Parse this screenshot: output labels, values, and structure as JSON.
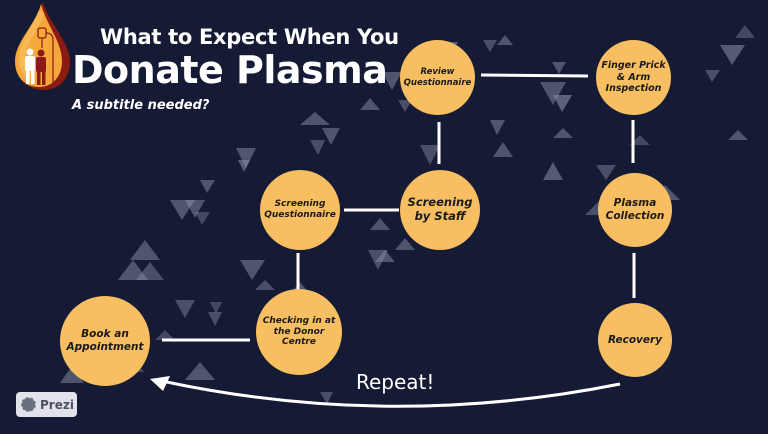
{
  "header": {
    "title_line1": "What to Expect When You",
    "title_line2": "Donate Plasma",
    "subtitle": "A subtitle needed?"
  },
  "colors": {
    "background": "#161b35",
    "node_fill": "#f7bf62",
    "node_text": "#1a1a1a",
    "connector": "#ffffff",
    "drop_outer": "#8b1a12",
    "drop_inner": "#f6a93b",
    "triangle": "#8a8fa6"
  },
  "nodes": [
    {
      "id": "book",
      "label": "Book an\nAppointment"
    },
    {
      "id": "checkin",
      "label": "Checking in at\nthe Donor\nCentre"
    },
    {
      "id": "screen_q",
      "label": "Screening\nQuestionnaire"
    },
    {
      "id": "screen_staff",
      "label": "Screening\nby Staff"
    },
    {
      "id": "review",
      "label": "Review\nQuestionnaire"
    },
    {
      "id": "finger",
      "label": "Finger Prick\n& Arm\nInspection"
    },
    {
      "id": "plasma",
      "label": "Plasma\nCollection"
    },
    {
      "id": "recovery",
      "label": "Recovery"
    }
  ],
  "repeat": {
    "label": "Repeat!"
  },
  "badge": {
    "label": "Prezi",
    "icon": "prezi-logo-icon"
  }
}
